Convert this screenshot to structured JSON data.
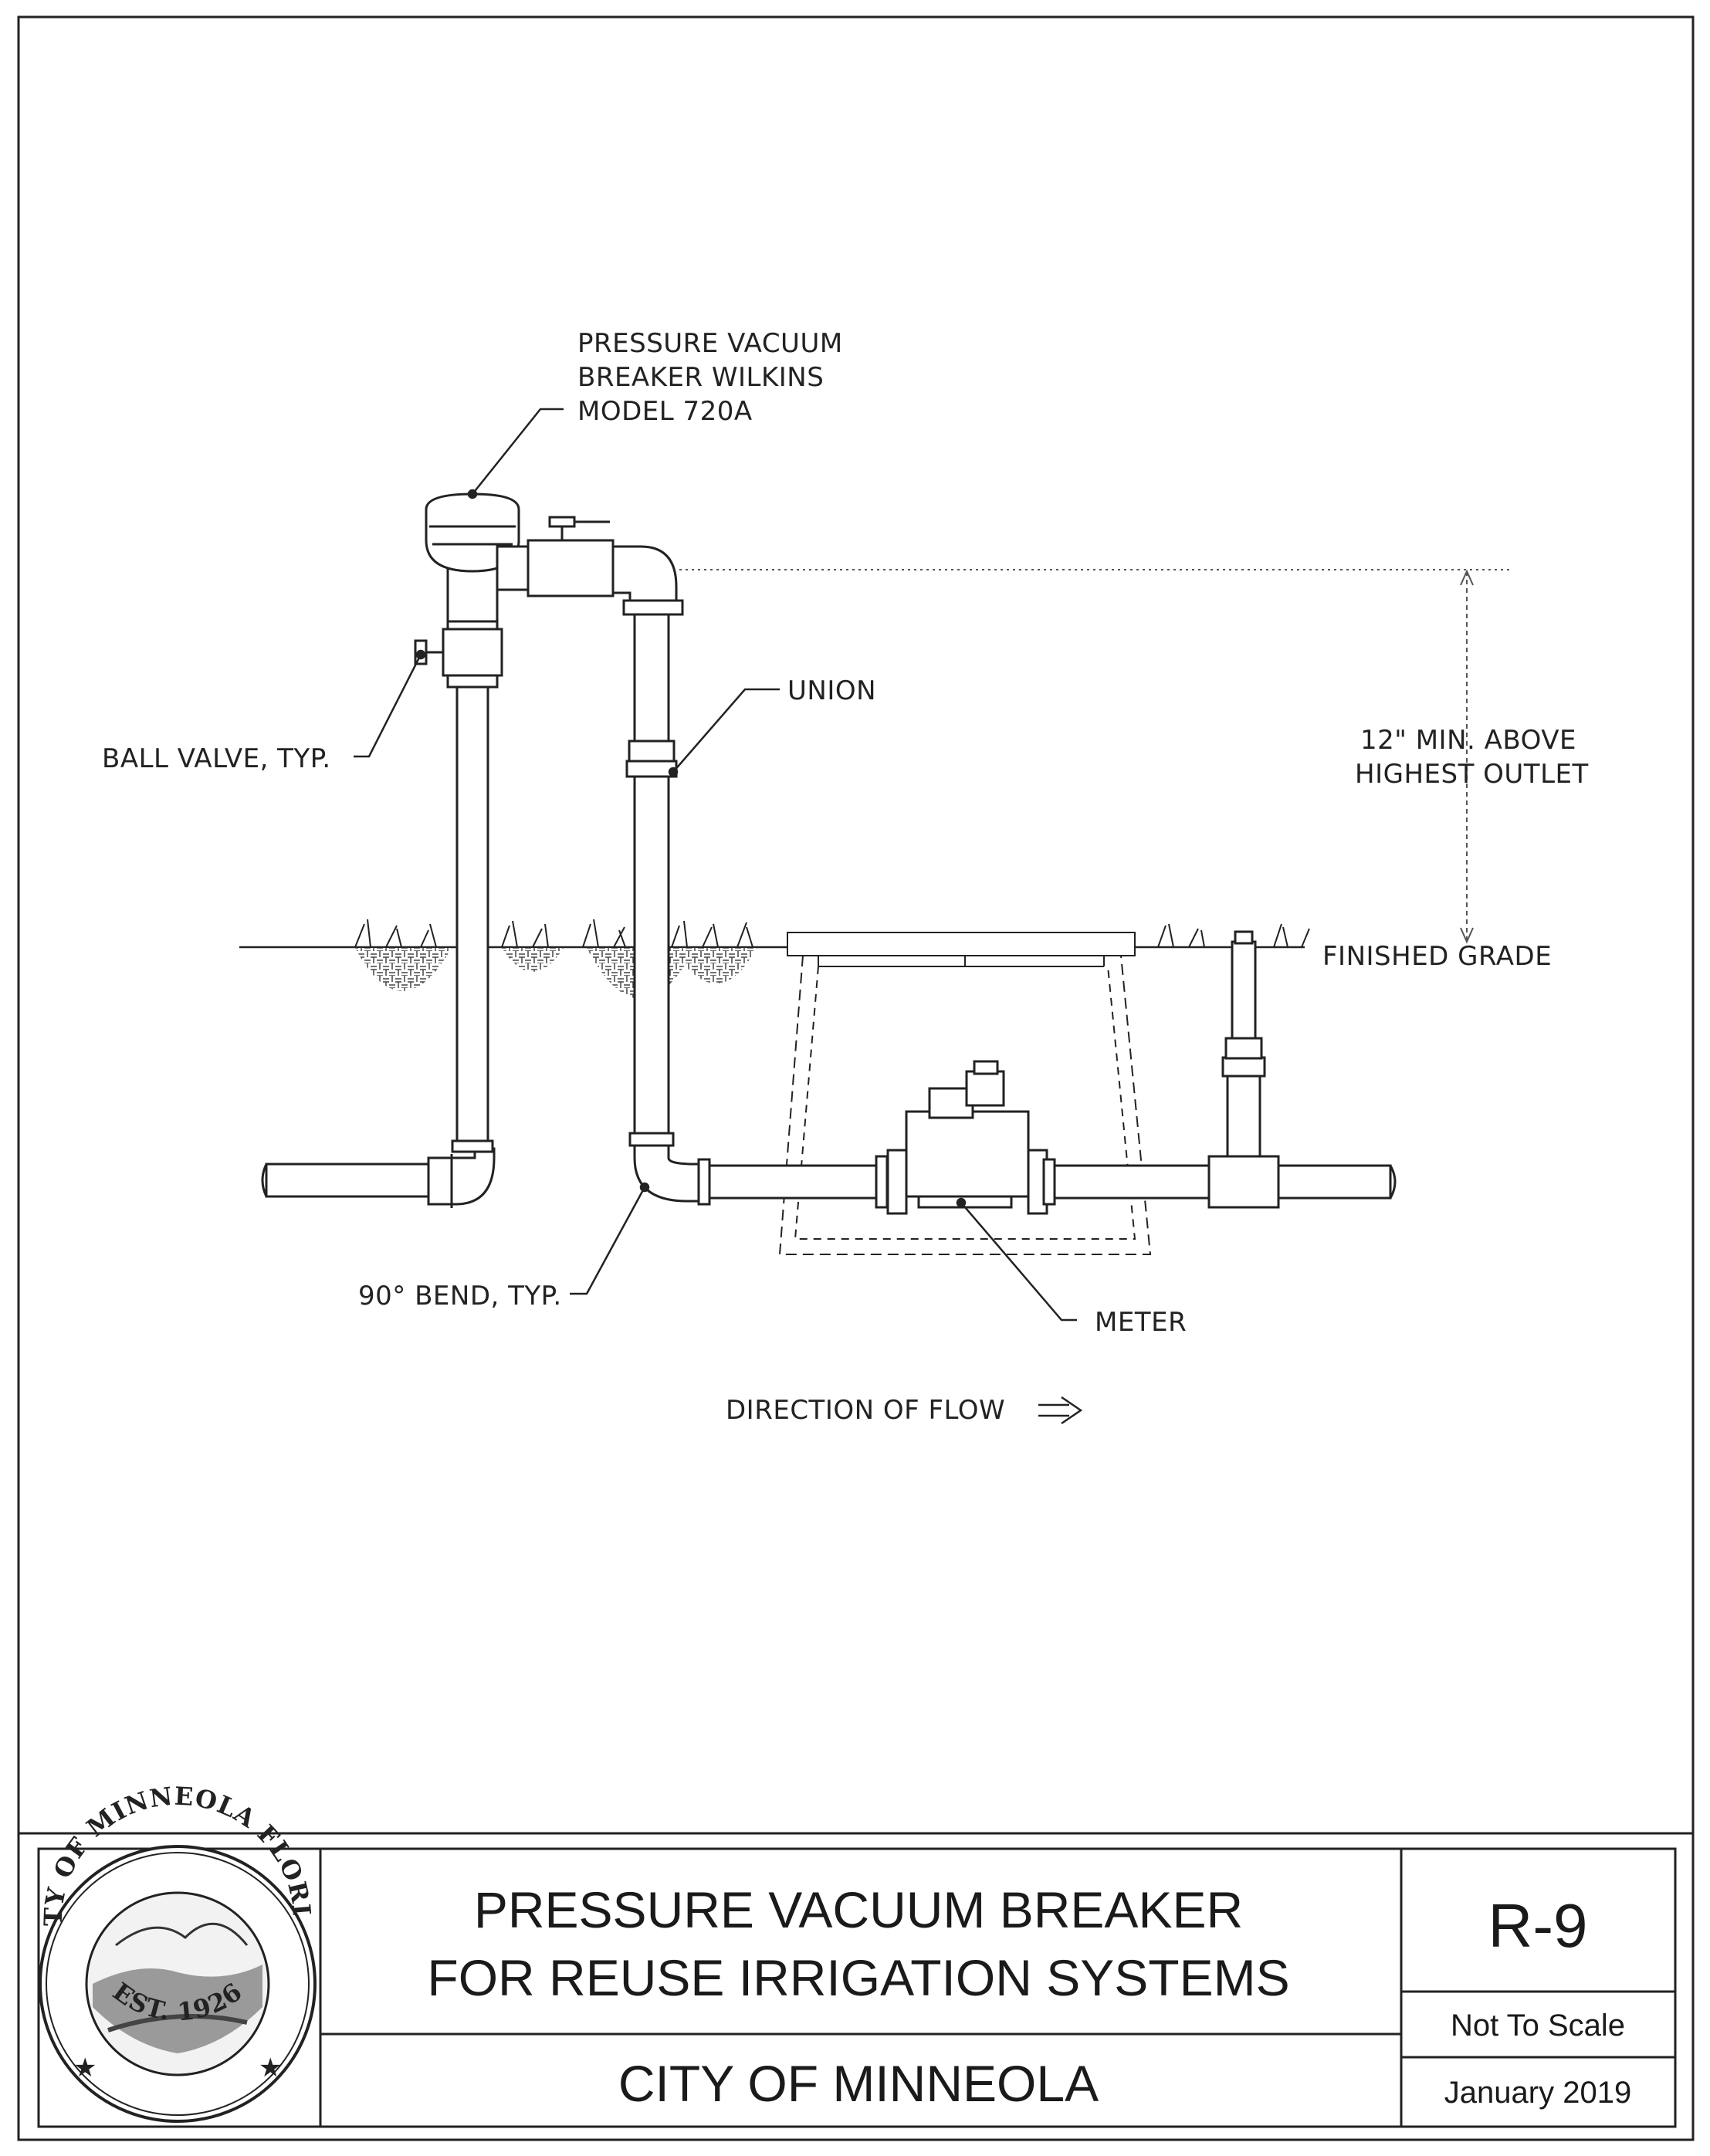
{
  "labels": {
    "pvb_line1": "PRESSURE VACUUM",
    "pvb_line2": "BREAKER WILKINS",
    "pvb_line3": "MODEL 720A",
    "union": "UNION",
    "ball_valve": "BALL VALVE, TYP.",
    "height_line1": "12\" MIN. ABOVE",
    "height_line2": "HIGHEST OUTLET",
    "finished_grade": "FINISHED GRADE",
    "bend": "90° BEND, TYP.",
    "meter": "METER",
    "flow": "DIRECTION OF FLOW"
  },
  "title_block": {
    "title_line1": "PRESSURE VACUUM BREAKER",
    "title_line2": "FOR REUSE IRRIGATION SYSTEMS",
    "agency": "CITY OF MINNEOLA",
    "drawing_no": "R-9",
    "scale": "Not To Scale",
    "date": "January 2019"
  },
  "seal": {
    "top_text": "CITY OF MINNEOLA FLORIDA",
    "bottom_text": "EST. 1926"
  },
  "icons": {
    "flow_arrow": "flow-arrow-icon"
  }
}
